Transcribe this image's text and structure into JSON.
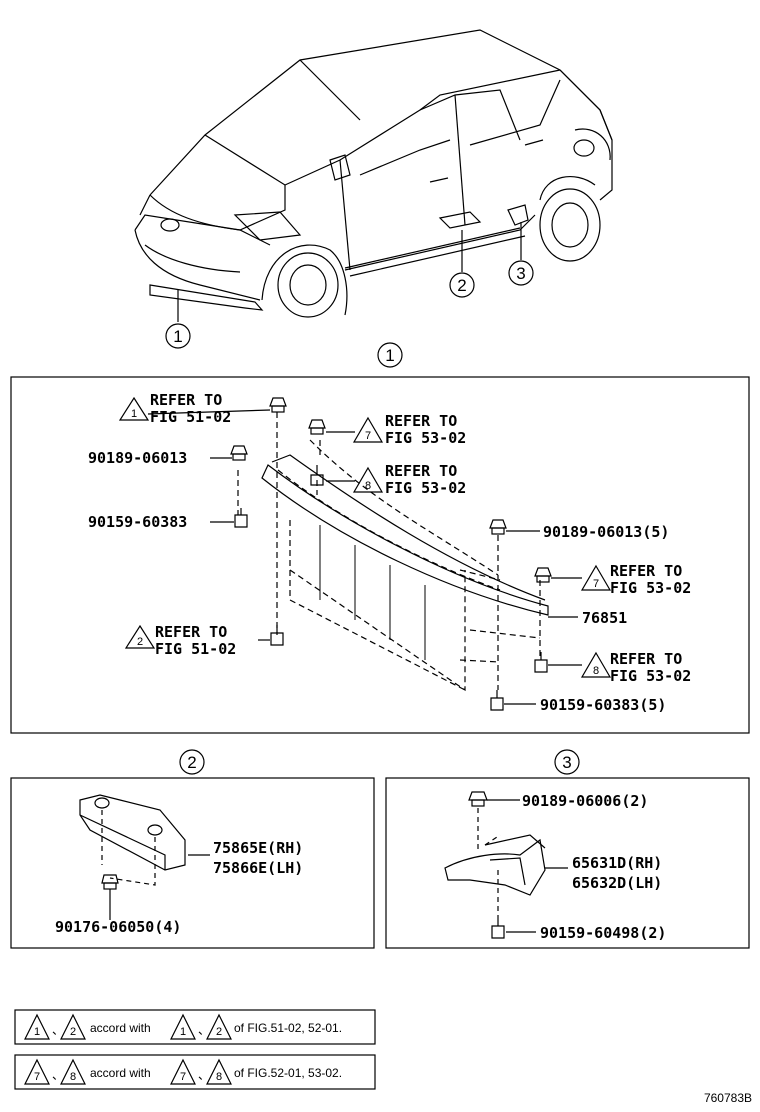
{
  "callouts": {
    "c1_car": "1",
    "c2_car": "2",
    "c3_car": "3",
    "c1_box": "1",
    "c2_box": "2",
    "c3_box": "3"
  },
  "box1": {
    "ref1": {
      "tri": "1",
      "line1": "REFER TO",
      "line2": "FIG 51-02"
    },
    "ref2": {
      "tri": "2",
      "line1": "REFER TO",
      "line2": "FIG 51-02"
    },
    "ref7a": {
      "tri": "7",
      "line1": "REFER TO",
      "line2": "FIG 53-02"
    },
    "ref8a": {
      "tri": "8",
      "line1": "REFER TO",
      "line2": "FIG 53-02"
    },
    "ref7b": {
      "tri": "7",
      "line1": "REFER TO",
      "line2": "FIG 53-02"
    },
    "ref8b": {
      "tri": "8",
      "line1": "REFER TO",
      "line2": "FIG 53-02"
    },
    "part_left_clip": "90189-06013",
    "part_left_screw": "90159-60383",
    "part_right_clip": "90189-06013(5)",
    "part_right_screw": "90159-60383(5)",
    "part_spoiler": "76851"
  },
  "box2": {
    "part_rh": "75865E(RH)",
    "part_lh": "75866E(LH)",
    "part_clip": "90176-06050(4)"
  },
  "box3": {
    "part_clip": "90189-06006(2)",
    "part_rh": "65631D(RH)",
    "part_lh": "65632D(LH)",
    "part_screw": "90159-60498(2)"
  },
  "legend": {
    "row1": {
      "t1": "1",
      "t2": "2",
      "mid": "accord with",
      "t3": "1",
      "t4": "2",
      "tail": "of FIG.51-02, 52-01."
    },
    "row2": {
      "t1": "7",
      "t2": "8",
      "mid": "accord with",
      "t3": "7",
      "t4": "8",
      "tail": "of FIG.52-01, 53-02."
    }
  },
  "figure_code": "760783B"
}
